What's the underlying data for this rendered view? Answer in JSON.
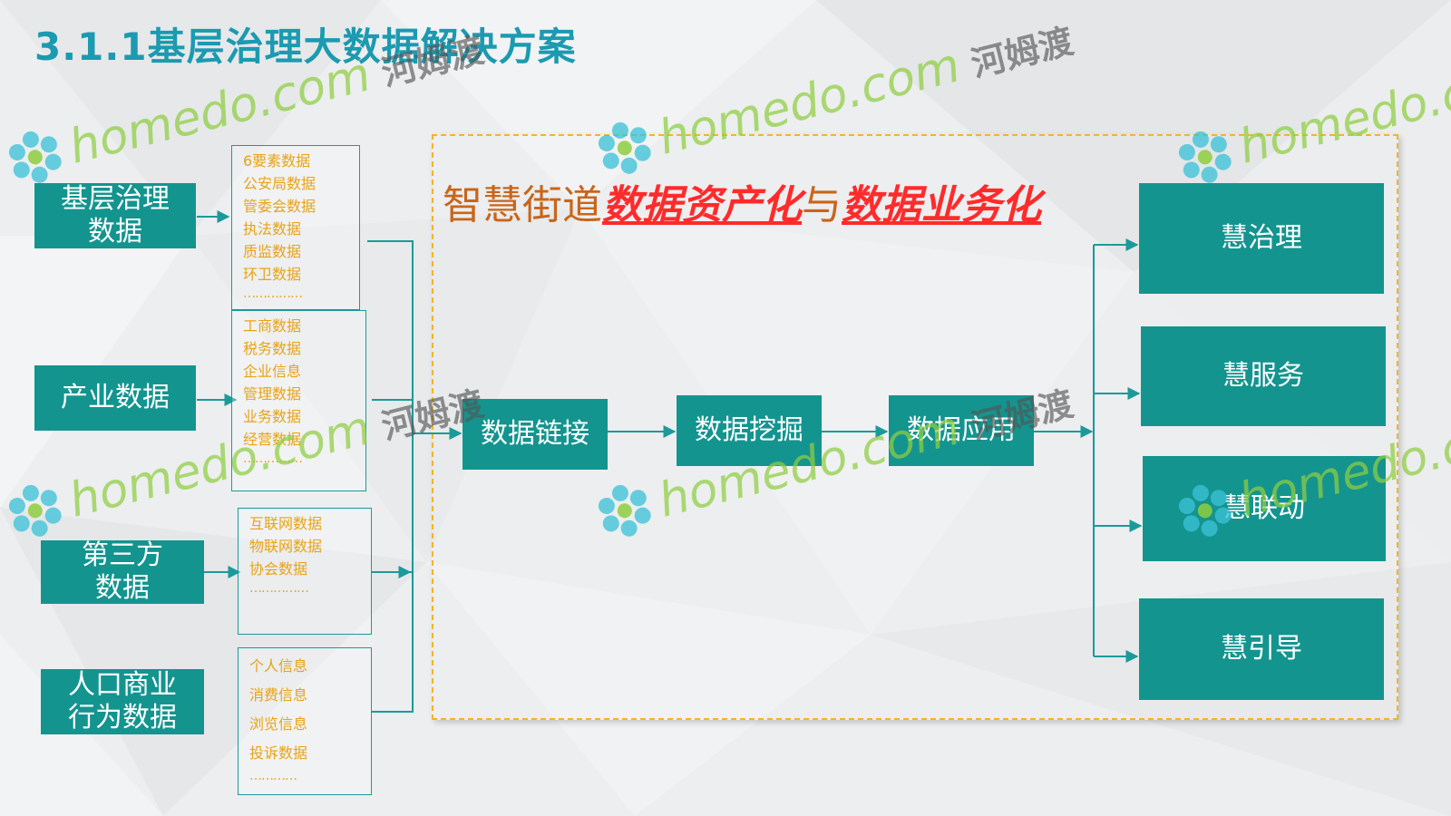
{
  "title": "3.1.1基层治理大数据解决方案",
  "headline": {
    "prefix": "智慧街道",
    "emphasis_1": "数据资产化",
    "joiner": "与",
    "emphasis_2": "数据业务化"
  },
  "sources": [
    {
      "label": "基层治理\n数据"
    },
    {
      "label": "产业数据"
    },
    {
      "label": "第三方\n数据"
    },
    {
      "label": "人口商业\n行为数据"
    }
  ],
  "item_lists": [
    {
      "items": [
        "6要素数据",
        "公安局数据",
        "管委会数据",
        "执法数据",
        "质监数据",
        "环卫数据"
      ],
      "ellipsis": "……………"
    },
    {
      "items": [
        "工商数据",
        "税务数据",
        "企业信息",
        "管理数据",
        "业务数据",
        "经营数据"
      ],
      "ellipsis": "……………"
    },
    {
      "items": [
        "互联网数据",
        "物联网数据",
        "协会数据"
      ],
      "ellipsis": "……………"
    },
    {
      "items": [
        "个人信息",
        "消费信息",
        "浏览信息",
        "投诉数据"
      ],
      "ellipsis": "…………"
    }
  ],
  "process_steps": [
    {
      "label": "数据链接"
    },
    {
      "label": "数据挖掘"
    },
    {
      "label": "数据应用"
    }
  ],
  "outputs": [
    {
      "label": "慧治理"
    },
    {
      "label": "慧服务"
    },
    {
      "label": "慧联动"
    },
    {
      "label": "慧引导"
    }
  ],
  "watermark": {
    "en": "homedo.com",
    "cn": "河姆渡"
  },
  "colors": {
    "box_teal": "#14948f",
    "title_blue": "#1b9ab0",
    "list_orange": "#e8a317",
    "dashed_border": "#f2b626",
    "headline_orange": "#c9651a",
    "headline_red": "#ff2b2b"
  }
}
